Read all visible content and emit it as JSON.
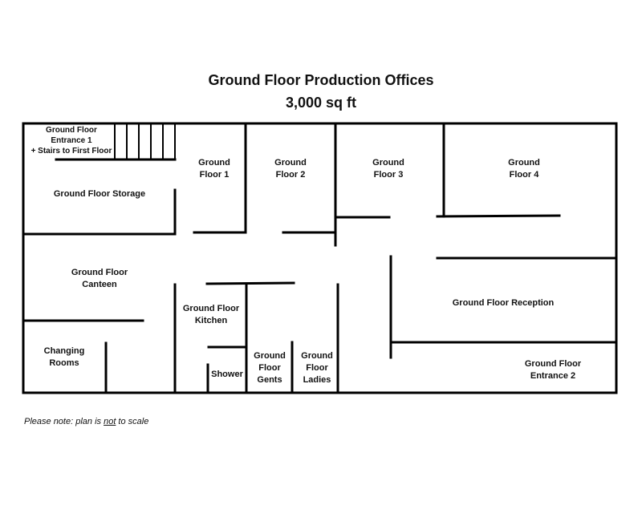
{
  "title": "Ground Floor Production Offices",
  "subtitle": "3,000 sq ft",
  "rooms": {
    "entrance1": [
      "Ground  Floor",
      "Entrance 1",
      "+ Stairs to  First Floor"
    ],
    "storage": [
      "Ground Floor Storage"
    ],
    "floor1": [
      "Ground",
      "Floor 1"
    ],
    "floor2": [
      "Ground",
      "Floor 2"
    ],
    "floor3": [
      "Ground",
      "Floor 3"
    ],
    "floor4": [
      "Ground",
      "Floor 4"
    ],
    "canteen": [
      "Ground Floor",
      "Canteen"
    ],
    "kitchen": [
      "Ground Floor",
      "Kitchen"
    ],
    "changing": [
      "Changing",
      "Rooms"
    ],
    "shower": [
      "Shower"
    ],
    "gents": [
      "Ground",
      "Floor",
      "Gents"
    ],
    "ladies": [
      "Ground",
      "Floor",
      "Ladies"
    ],
    "reception": [
      "Ground Floor Reception"
    ],
    "entrance2": [
      "Ground Floor",
      "Entrance 2"
    ]
  },
  "note": {
    "before": "Please note: plan is ",
    "emphasis": "not",
    "after": " to scale"
  }
}
